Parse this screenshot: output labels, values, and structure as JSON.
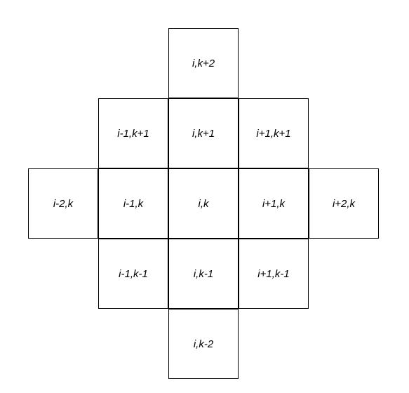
{
  "diagram": {
    "cells": [
      {
        "label": "i,k+2"
      },
      {
        "label": "i-1,k+1"
      },
      {
        "label": "i,k+1"
      },
      {
        "label": "i+1,k+1"
      },
      {
        "label": "i-2,k"
      },
      {
        "label": "i-1,k"
      },
      {
        "label": "i,k"
      },
      {
        "label": "i+1,k"
      },
      {
        "label": "i+2,k"
      },
      {
        "label": "i-1,k-1"
      },
      {
        "label": "i,k-1"
      },
      {
        "label": "i+1,k-1"
      },
      {
        "label": "i,k-2"
      }
    ],
    "border_color": "#000000",
    "background_color": "#ffffff"
  }
}
